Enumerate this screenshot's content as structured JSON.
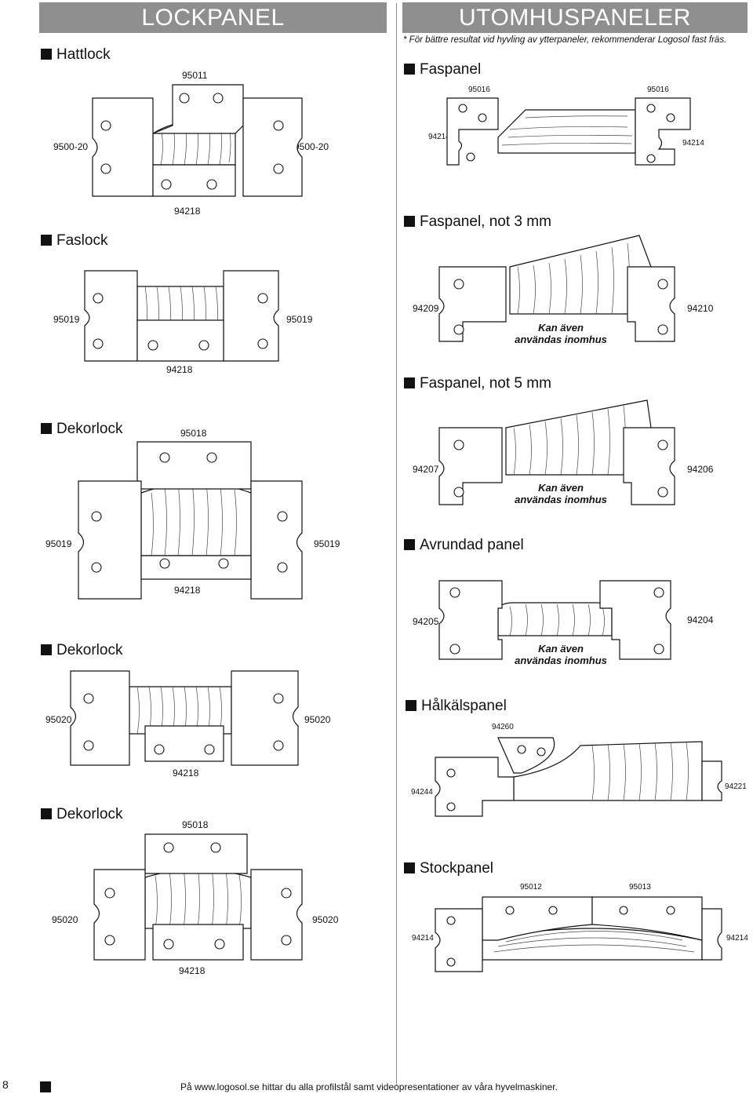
{
  "headers": {
    "left": "LOCKPANEL",
    "right": "UTOMHUSPANELER"
  },
  "note": "* För bättre resultat vid hyvling av ytterpaneler, rekommenderar Logosol fast fräs.",
  "kan_aven": [
    "Kan även",
    "användas inomhus"
  ],
  "left": {
    "hattlock": {
      "title": "Hattlock",
      "top": "95011",
      "left": "9500-20",
      "right": "9500-20",
      "bottom": "94218"
    },
    "faslock": {
      "title": "Faslock",
      "left": "95019",
      "right": "95019",
      "bottom": "94218"
    },
    "dekorlock1": {
      "title": "Dekorlock",
      "top": "95018",
      "left": "95019",
      "right": "95019",
      "bottom": "94218"
    },
    "dekorlock2": {
      "title": "Dekorlock",
      "left": "95020",
      "right": "95020",
      "bottom": "94218"
    },
    "dekorlock3": {
      "title": "Dekorlock",
      "top": "95018",
      "left": "95020",
      "right": "95020",
      "bottom": "94218"
    }
  },
  "right": {
    "faspanel": {
      "title": "Faspanel",
      "top_left": "95016",
      "top_right": "95016",
      "left": "94214",
      "right": "94214"
    },
    "faspanel3": {
      "title": "Faspanel, not 3 mm",
      "left": "94209",
      "right": "94210"
    },
    "faspanel5": {
      "title": "Faspanel, not 5 mm",
      "left": "94207",
      "right": "94206"
    },
    "avrundad": {
      "title": "Avrundad panel",
      "left": "94205",
      "right": "94204"
    },
    "halkals": {
      "title": "Hålkälspanel",
      "top": "94260",
      "left": "94244",
      "right": "94221"
    },
    "stock": {
      "title": "Stockpanel",
      "top_left": "95012",
      "top_right": "95013",
      "left": "94214",
      "right": "94214"
    }
  },
  "footer": {
    "page": "8",
    "text": "På www.logosol.se hittar du alla profilstål samt videopresentationer av våra hyvelmaskiner."
  }
}
